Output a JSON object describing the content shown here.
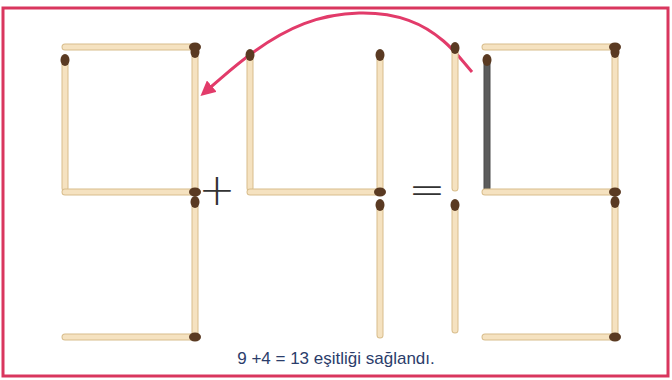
{
  "diagram": {
    "caption": "9 +4 = 13 eşitliği sağlandı.",
    "labels": [
      "+",
      "="
    ]
  }
}
